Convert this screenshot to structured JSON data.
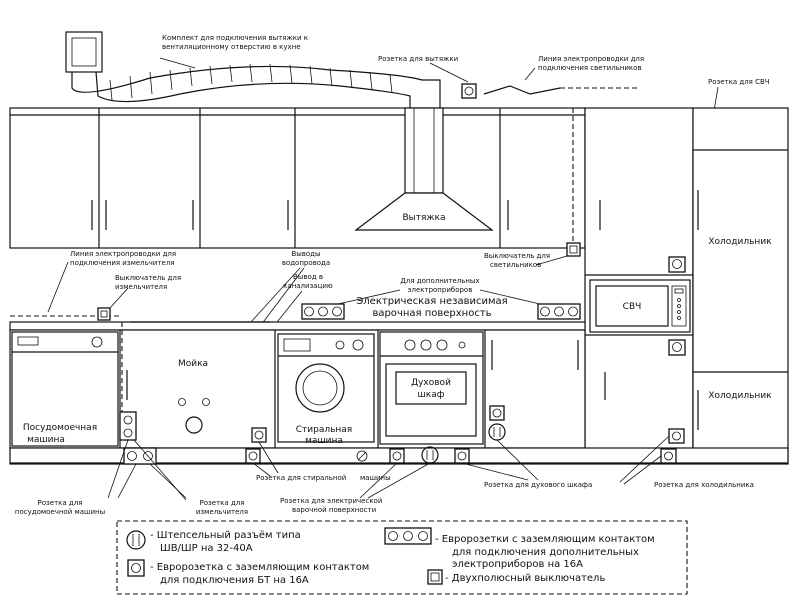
{
  "top": {
    "vent_kit_line1": "Комплект для подключения вытяжки к",
    "vent_kit_line2": "вентиляционному отверстию в кухне",
    "hood_socket": "Розетка для вытяжки",
    "light_line1": "Линия электропроводки для",
    "light_line2": "подключения светильников",
    "mw_socket": "Розетка для СВЧ"
  },
  "appliances": {
    "hood": "Вытяжка",
    "fridge_top": "Холодильник",
    "fridge_bottom": "Холодильник",
    "microwave": "СВЧ",
    "sink": "Мойка",
    "washer_line1": "Стиральная",
    "washer_line2": "машина",
    "oven_line1": "Духовой",
    "oven_line2": "шкаф",
    "dishwasher_line1": "Посудомоечная",
    "dishwasher_line2": "машина",
    "hob_line1": "Электрическая независимая",
    "hob_line2": "варочная поверхность"
  },
  "callouts": {
    "filter_line1": "Линия электропроводки для",
    "filter_line2": "подключения измельчителя",
    "filter_switch_line1": "Выключатель для",
    "filter_switch_line2": "измельчителя",
    "water_line1": "Выводы",
    "water_line2": "водопровода",
    "sewer_line1": "Вывод в",
    "sewer_line2": "канализацию",
    "light_switch_line1": "Выключатель для",
    "light_switch_line2": "светильников",
    "extra_line1": "Для дополнительных",
    "extra_line2": "электроприборов"
  },
  "bottom": {
    "washer_socket": "Розетка для стиральной",
    "washer_socket2": "машины",
    "hob_socket": "Розетка для электрической",
    "hob_socket2": "варочной поверхности",
    "oven_socket": "Розетка для духового шкафа",
    "fridge_socket": "Розетка для холодильника",
    "dish_socket_line1": "Розетка для",
    "dish_socket_line2": "посудомоечной машины",
    "filter_socket_line1": "Розетка для",
    "filter_socket_line2": "измельчителя"
  },
  "legend": {
    "plug_line1": "- Штепсельный разъём типа",
    "plug_line2": "ШВ/ШР на 32-40А",
    "euro_line1": "- Евророзетка с заземляющим контактом",
    "euro_line2": "для подключения БТ на 16А",
    "triple_line1": "- Евророзетки с заземляющим контактом",
    "triple_line2": "для подключения дополнительных",
    "triple_line3": "электроприборов на 16А",
    "switch_line1": "- Двухполюсный выключатель"
  }
}
